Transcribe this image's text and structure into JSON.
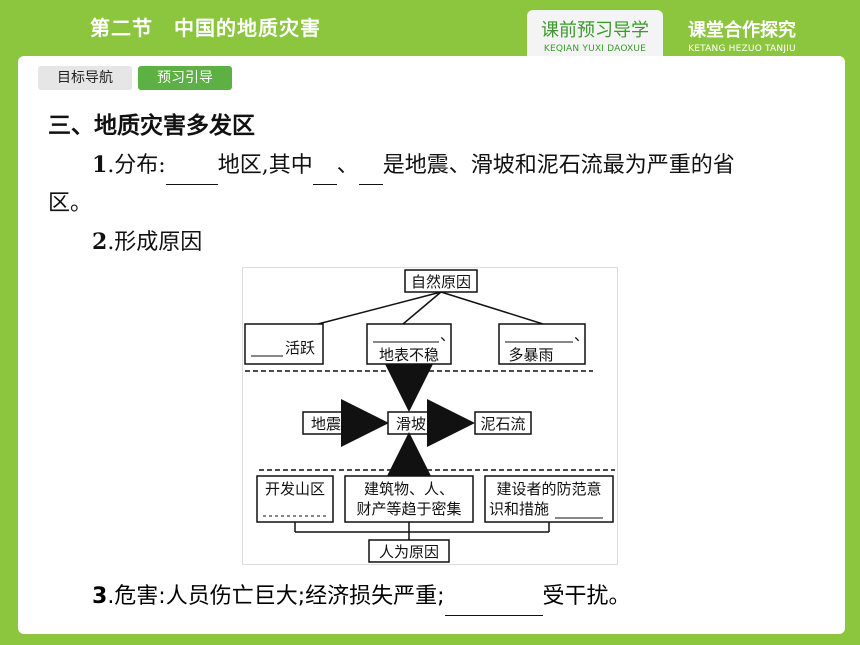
{
  "header": {
    "section_title": "第二节　中国的地质灾害",
    "tabs": [
      {
        "label": "课前预习导学",
        "sublabel": "KEQIAN YUXI DAOXUE",
        "active": true
      },
      {
        "label": "课堂合作探究",
        "sublabel": "KETANG HEZUO TANJIU",
        "active": false
      }
    ]
  },
  "subtabs": [
    {
      "label": "目标导航",
      "active": false
    },
    {
      "label": "预习引导",
      "active": true
    }
  ],
  "content": {
    "heading": "三、地质灾害多发区",
    "q1_num": "1",
    "q1_a": ".分布:",
    "q1_b": "地区,其中",
    "q1_c": "、",
    "q1_d": "是地震、滑坡和泥石流最为严重的省",
    "q1_e": "区。",
    "q2_num": "2",
    "q2_text": ".形成原因",
    "q3_num": "3",
    "q3_a": ".危害:人员伤亡巨大;经济损失严重;",
    "q3_b": "受干扰。"
  },
  "diagram": {
    "natural_cause": "自然原因",
    "nat_box1": "活跃",
    "nat_box2_comma": "、",
    "nat_box2": "地表不稳",
    "nat_box3_comma": "、",
    "nat_box3": "多暴雨",
    "earthquake": "地震",
    "landslide": "滑坡",
    "debris_flow": "泥石流",
    "hum_box1": "开发山区",
    "hum_box2_line1": "建筑物、人、",
    "hum_box2_line2": "财产等趋于密集",
    "hum_box3_line1": "建设者的防范意",
    "hum_box3_line2": "识和措施",
    "human_cause": "人为原因"
  },
  "colors": {
    "background": "#8cc63f",
    "active_tab_text": "#3a9a2c",
    "subtab_active": "#5db043"
  }
}
